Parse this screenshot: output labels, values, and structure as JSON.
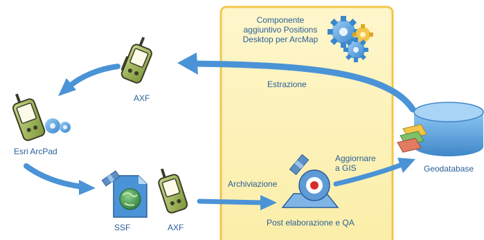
{
  "component": {
    "label": "Componente\naggiuntivo Positions\nDesktop per ArcMap",
    "icon": "gears-icon"
  },
  "nodes": {
    "axf_top": {
      "label": "AXF",
      "icon": "handheld-device-icon"
    },
    "arcpad": {
      "label": "Esri ArcPad",
      "icon": "handheld-with-gears-icon"
    },
    "ssf": {
      "label": "SSF",
      "icon": "ssf-file-icon"
    },
    "axf_bottom": {
      "label": "AXF",
      "icon": "handheld-device-icon"
    },
    "post": {
      "label": "Post elaborazione e QA",
      "icon": "gps-processing-station-icon"
    },
    "geodatabase": {
      "label": "Geodatabase",
      "icon": "database-cylinder-icon"
    }
  },
  "arrows": {
    "extract": "Estrazione",
    "archive": "Archiviazione",
    "update": "Aggiornare\na GIS"
  },
  "colors": {
    "arrow": "#4a93d6",
    "label": "#2a5f97",
    "panel_fill": "#fdf3bf",
    "panel_border": "#f3c54a",
    "device_body": "#9fb454",
    "device_dark": "#3b3b2a",
    "globe": "#3f9a4f",
    "db_fill": "#5ea9e6"
  }
}
